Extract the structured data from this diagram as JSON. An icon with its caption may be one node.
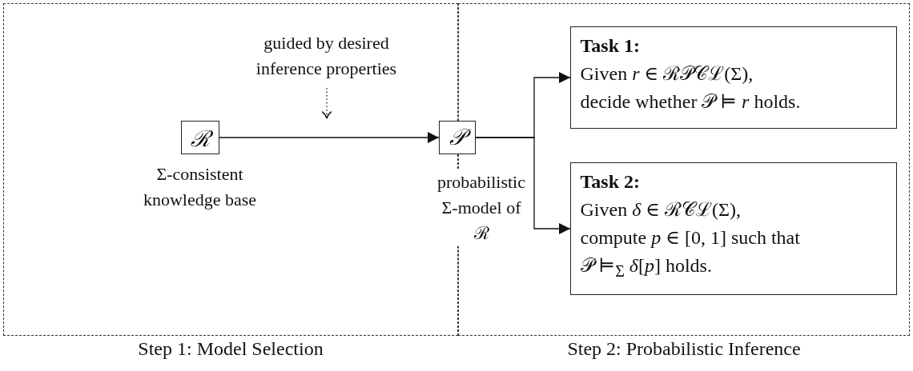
{
  "diagram": {
    "nodes": [
      {
        "text": [
          "Step 1: Model Selection"
        ]
      },
      {
        "text": [
          "Step 2: Probabilistic Inference"
        ]
      },
      {
        "text": [
          "ℛ"
        ],
        "beside": [
          "Σ-consistent knowledge base"
        ],
        "in": 0
      },
      {
        "text": [
          "𝒫"
        ],
        "beside": [
          "probabilistic Σ-model of ℛ"
        ]
      },
      {
        "text": [
          "Task 1:",
          "Given *r* ∈ ℛ𝒫𝒞ℒ(Σ), decide whether 𝒫 ⊨ *r* holds."
        ],
        "in": 1
      },
      {
        "text": [
          "Task 2:",
          "Given *δ* ∈ ℛ𝒞ℒ(Σ), compute *p* ∈ [0, 1] such that 𝒫 ⊨$_{Σ}$ *δ*[*p*] holds."
        ],
        "in": 1
      },
      {
        "text": [
          "guided by desired inference properties"
        ],
        "in": 0
      }
    ],
    "edges": [
      {
        "from": 2,
        "to": 3,
        "arrow": "to"
      },
      {
        "from": 3,
        "to": 4,
        "arrow": "to"
      },
      {
        "from": 3,
        "to": 5,
        "arrow": "to"
      },
      {
        "from": 6,
        "to": null,
        "arrow": "to",
        "style": "dashed"
      }
    ]
  }
}
